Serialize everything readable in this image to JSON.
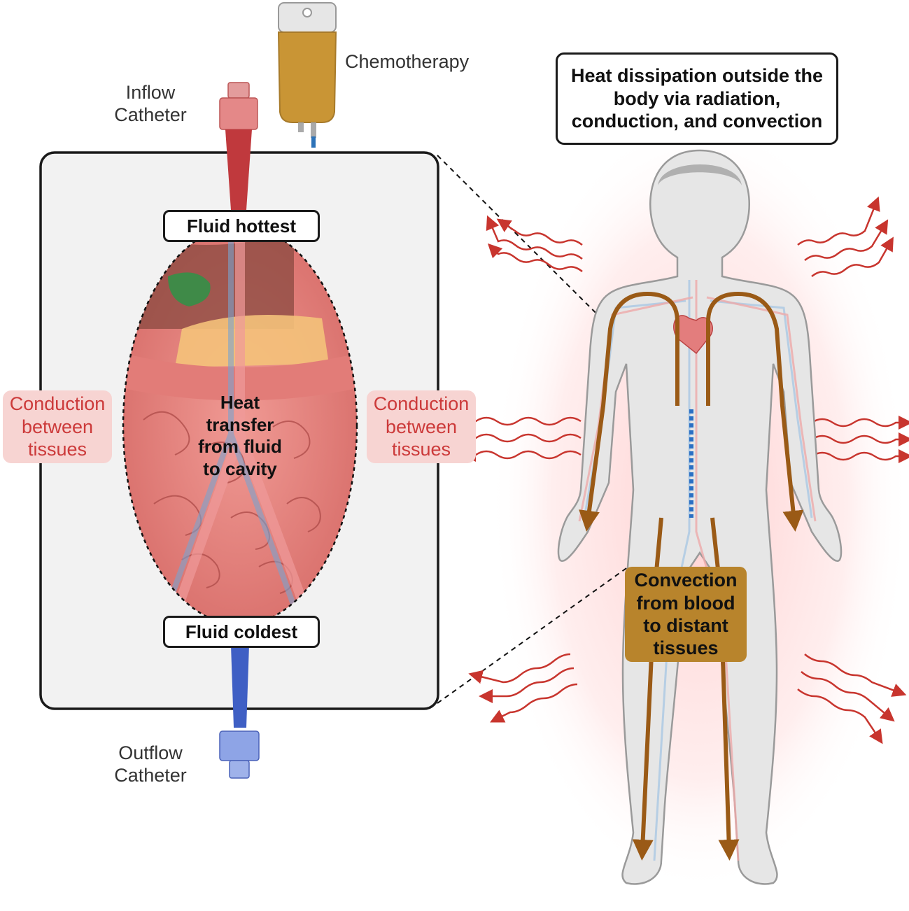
{
  "labels": {
    "chemotherapy": "Chemotherapy",
    "inflow": "Inflow\nCatheter",
    "outflow": "Outflow\nCatheter",
    "fluid_hottest": "Fluid hottest",
    "fluid_coldest": "Fluid coldest",
    "heat_transfer": "Heat\ntransfer\nfrom fluid\nto cavity",
    "conduction_left": "Conduction\nbetween\ntissues",
    "conduction_right": "Conduction\nbetween\ntissues",
    "heat_dissipation": "Heat dissipation outside the\nbody via radiation,\nconduction, and convection",
    "convection": "Convection\nfrom blood\nto distant\ntissues"
  },
  "colors": {
    "inflow_red": "#c0393d",
    "outflow_blue": "#3f5fc4",
    "chemo_fluid": "#c99535",
    "heat_wave": "#c8352e",
    "conduction_bg": "#f7d4d2",
    "conduction_text": "#cc3a3a",
    "convection_bg": "#b8842c",
    "blood_flow_arrow": "#9a5a16"
  },
  "icons": [
    "iv-bag-icon",
    "catheter-icon",
    "abdominal-organs-icon",
    "human-body-icon",
    "heart-icon",
    "heat-wave-icon"
  ]
}
